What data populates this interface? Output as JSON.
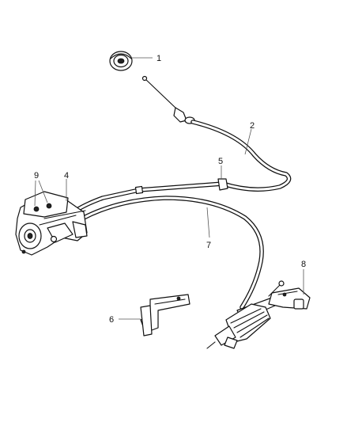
{
  "callouts": {
    "c1": "1",
    "c2": "2",
    "c4": "4",
    "c5": "5",
    "c6": "6",
    "c7": "7",
    "c8": "8",
    "c9": "9"
  }
}
